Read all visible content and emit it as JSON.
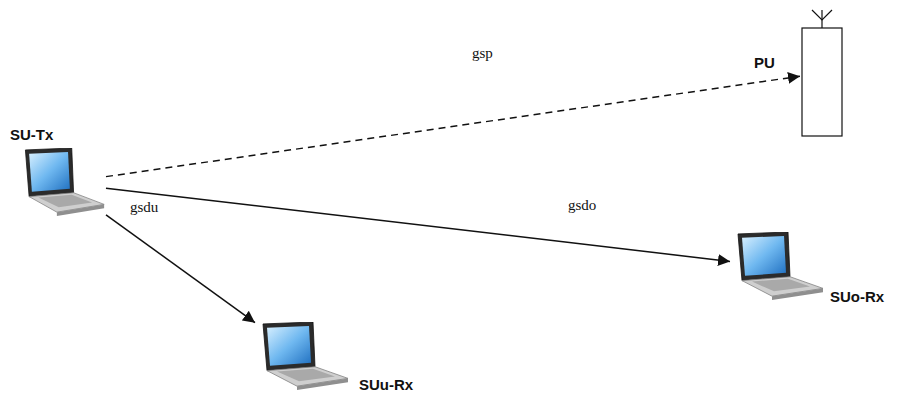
{
  "diagram": {
    "nodes": [
      {
        "text": [
          "SU-Tx"
        ]
      },
      {
        "text": [
          "PU"
        ]
      },
      {
        "text": [
          "SUo-Rx"
        ]
      },
      {
        "text": [
          "SUu-Rx"
        ]
      }
    ],
    "edges": [
      {
        "from": 0,
        "to": 1,
        "arrow": "to",
        "label": "gsp"
      },
      {
        "from": 0,
        "to": 3,
        "arrow": "to",
        "label": "gsdu"
      },
      {
        "from": 0,
        "to": 2,
        "arrow": "to",
        "label": "gsdo"
      }
    ]
  }
}
